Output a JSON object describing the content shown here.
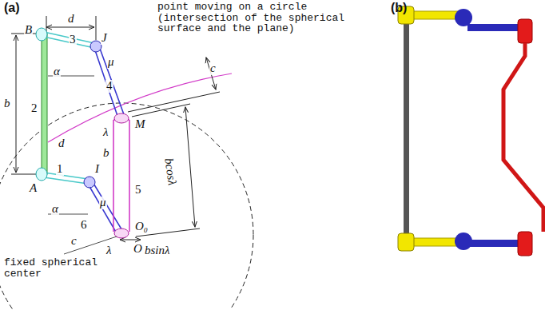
{
  "diagram": {
    "labels": [
      "(a)",
      "(b)",
      "point moving on a circle (intersection of the spherical surface and the plane)",
      "d",
      "B",
      "3",
      "J",
      "α",
      "μ",
      "c",
      "b",
      "2",
      "4",
      "M",
      "λ",
      "bcosλ",
      "d",
      "1",
      "b",
      "I",
      "A",
      "α",
      "μ",
      "5",
      "6",
      "c",
      "O₀",
      "O",
      "λ",
      "bsinλ",
      "fixed spherical center"
    ]
  }
}
